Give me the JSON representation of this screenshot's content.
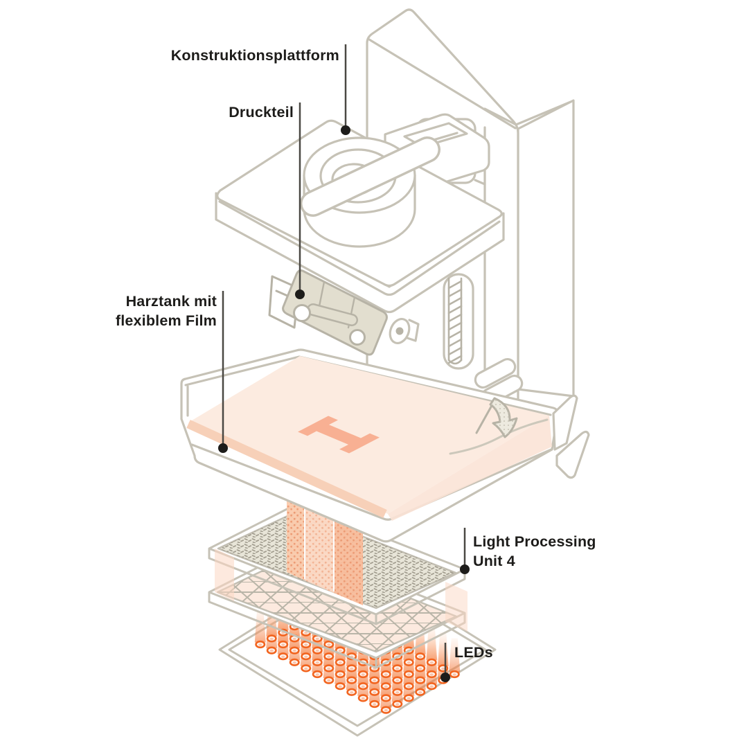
{
  "diagram": {
    "type": "exploded-view-resin-3d-printer",
    "labels": {
      "build_platform": "Konstruktionsplattform",
      "printed_part": "Druckteil",
      "resin_tank_line1": "Harztank mit",
      "resin_tank_line2": "flexiblem Film",
      "lpu_line1": "Light Processing",
      "lpu_line2": "Unit 4",
      "leds": "LEDs"
    },
    "colors": {
      "outline": "#c6c2b6",
      "detail_outline": "#b7b3a6",
      "leader": "#4a4843",
      "text": "#1d1c1a",
      "accent_orange": "#f2641f",
      "resin_fill": "#fcebe0",
      "resin_band": "#f7d0b8",
      "cured_part": "#f8b093",
      "printed_part_fill": "#e2decf"
    }
  }
}
